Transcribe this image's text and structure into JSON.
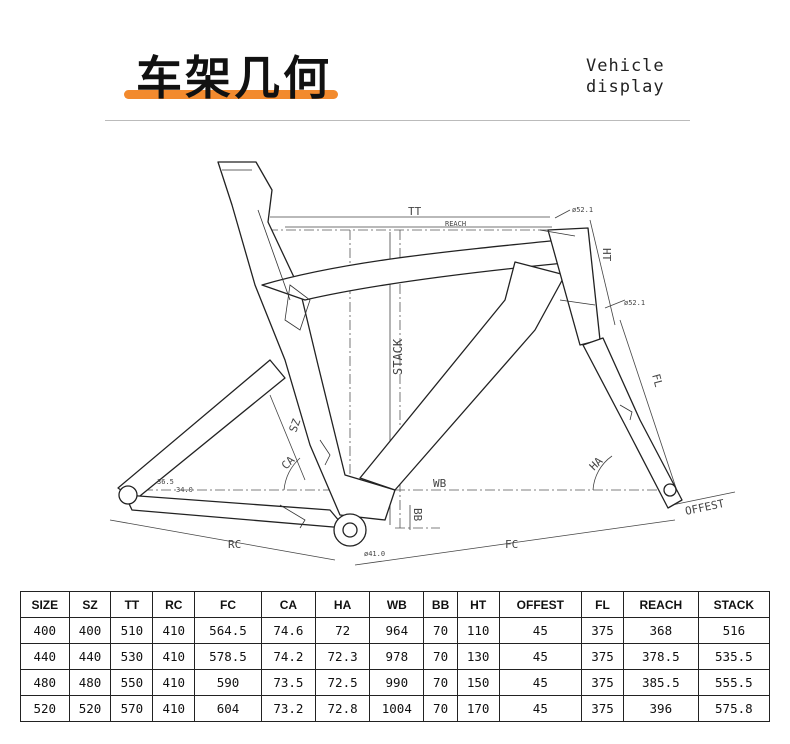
{
  "header": {
    "title": "车架几何",
    "subtitle_line1": "Vehicle",
    "subtitle_line2": "display"
  },
  "diagram_labels": {
    "tt": "TT",
    "reach": "REACH",
    "stack": "STACK",
    "ht": "HT",
    "fl": "FL",
    "sz": "SZ",
    "ca": "CA",
    "ha": "HA",
    "wb": "WB",
    "bb": "BB",
    "rc": "RC",
    "fc": "FC",
    "offest": "OFFEST",
    "d521a": "ø52.1",
    "d521b": "ø52.1",
    "d410": "ø41.0",
    "d365": "36.5",
    "d340": "34.0"
  },
  "table": {
    "headers": [
      "SIZE",
      "SZ",
      "TT",
      "RC",
      "FC",
      "CA",
      "HA",
      "WB",
      "BB",
      "HT",
      "OFFEST",
      "FL",
      "REACH",
      "STACK"
    ],
    "rows": [
      [
        "400",
        "400",
        "510",
        "410",
        "564.5",
        "74.6",
        "72",
        "964",
        "70",
        "110",
        "45",
        "375",
        "368",
        "516"
      ],
      [
        "440",
        "440",
        "530",
        "410",
        "578.5",
        "74.2",
        "72.3",
        "978",
        "70",
        "130",
        "45",
        "375",
        "378.5",
        "535.5"
      ],
      [
        "480",
        "480",
        "550",
        "410",
        "590",
        "73.5",
        "72.5",
        "990",
        "70",
        "150",
        "45",
        "375",
        "385.5",
        "555.5"
      ],
      [
        "520",
        "520",
        "570",
        "410",
        "604",
        "73.2",
        "72.8",
        "1004",
        "70",
        "170",
        "45",
        "375",
        "396",
        "575.8"
      ]
    ]
  }
}
